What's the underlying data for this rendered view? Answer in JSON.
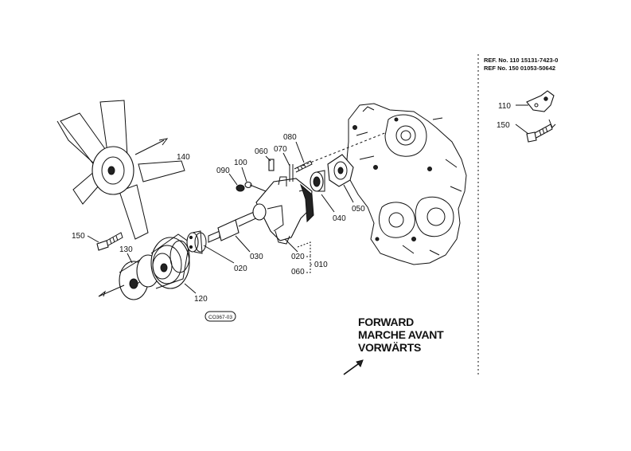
{
  "labels": {
    "fan": "140",
    "bolt_fan": "150",
    "pulley_hub": "130",
    "pulley": "120",
    "flange": "020",
    "shaft": "030",
    "gasket_090": "090",
    "plug_100": "100",
    "bolt_060": "060",
    "stud_070": "070",
    "stud_080": "080",
    "seal_040": "040",
    "impeller_050": "050",
    "body_020": "020",
    "body_060": "060",
    "assembly_010": "010",
    "bracket_110": "110",
    "bolt_150_right": "150"
  },
  "reference": {
    "line1": "REF. No. 110 15131-7423-0",
    "line2": "REF  No. 150 01053-50642"
  },
  "direction": {
    "line1": "FORWARD",
    "line2": "MARCHE AVANT",
    "line3": "VORWÄRTS"
  },
  "drawing_code": "CO367-03"
}
